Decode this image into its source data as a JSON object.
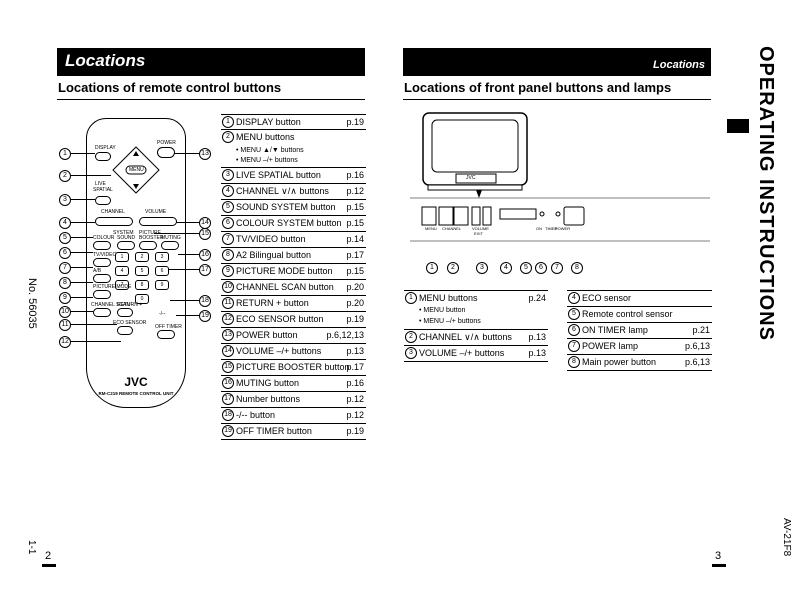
{
  "left_page": {
    "banner": "Locations",
    "subheading": "Locations of remote control buttons",
    "doc_number": "No. 56035",
    "section": "1-1",
    "page_number": "2",
    "remote": {
      "brand": "JVC",
      "model": "RM-C219 REMOTE CONTROL UNIT",
      "labels": {
        "display": "DISPLAY",
        "power": "POWER",
        "menu": "MENU",
        "live": "LIVE",
        "spatial": "SPATIAL",
        "channel": "CHANNEL",
        "volume": "VOLUME",
        "system": "SYSTEM",
        "colour": "COLOUR",
        "sound": "SOUND",
        "picture": "PICTURE",
        "booster": "BOOSTER",
        "tv_video": "TV/VIDEO",
        "a2": "A/B",
        "picture_mode": "PICTURE MODE",
        "channel_scan": "CHANNEL SCAN",
        "return": "RETURN +",
        "eco": "ECO SENSOR",
        "muting": "MUTING",
        "dashes": "-/--",
        "off_timer": "OFF TIMER"
      },
      "numpad": [
        "1",
        "2",
        "3",
        "4",
        "5",
        "6",
        "7",
        "8",
        "9",
        "0"
      ]
    },
    "items": [
      {
        "n": "1",
        "label": "DISPLAY button",
        "page": "p.19"
      },
      {
        "n": "2",
        "label": "MENU buttons",
        "page": "",
        "subs": [
          "• MENU ▲/▼ buttons",
          "• MENU –/+ buttons"
        ]
      },
      {
        "n": "3",
        "label": "LIVE SPATIAL button",
        "page": "p.16"
      },
      {
        "n": "4",
        "label": "CHANNEL ∨/∧ buttons",
        "page": "p.12"
      },
      {
        "n": "5",
        "label": "SOUND SYSTEM button",
        "page": "p.15"
      },
      {
        "n": "6",
        "label": "COLOUR SYSTEM button",
        "page": "p.15"
      },
      {
        "n": "7",
        "label": "TV/VIDEO button",
        "page": "p.14"
      },
      {
        "n": "8",
        "label": "A2 Bilingual button",
        "page": "p.17"
      },
      {
        "n": "9",
        "label": "PICTURE MODE button",
        "page": "p.15"
      },
      {
        "n": "10",
        "label": "CHANNEL SCAN button",
        "page": "p.20"
      },
      {
        "n": "11",
        "label": "RETURN + button",
        "page": "p.20"
      },
      {
        "n": "12",
        "label": "ECO SENSOR button",
        "page": "p.19"
      },
      {
        "n": "13",
        "label": "POWER button",
        "page": "p.6,12,13"
      },
      {
        "n": "14",
        "label": "VOLUME –/+ buttons",
        "page": "p.13"
      },
      {
        "n": "15",
        "label": "PICTURE BOOSTER button",
        "page": "p.17"
      },
      {
        "n": "16",
        "label": "MUTING button",
        "page": "p.16"
      },
      {
        "n": "17",
        "label": "Number buttons",
        "page": "p.12"
      },
      {
        "n": "18",
        "label": "-/-- button",
        "page": "p.12"
      },
      {
        "n": "19",
        "label": "OFF TIMER button",
        "page": "p.19"
      }
    ]
  },
  "right_page": {
    "banner": "Locations",
    "subheading": "Locations of front panel buttons and lamps",
    "side_title": "OPERATING INSTRUCTIONS",
    "model": "AV-21F8",
    "page_number": "3",
    "panel": {
      "menu": "MENU",
      "channel": "CHANNEL",
      "volume": "VOLUME",
      "exit": "EXIT",
      "on": "ON",
      "timer": "TIMER",
      "power": "POWER",
      "tv_brand": "JVC",
      "callouts": [
        "1",
        "2",
        "3",
        "4",
        "5",
        "6",
        "7",
        "8"
      ]
    },
    "items_left": [
      {
        "n": "1",
        "label": "MENU buttons",
        "page": "p.24",
        "subs": [
          "• MENU button",
          "• MENU –/+ buttons"
        ]
      },
      {
        "n": "2",
        "label": "CHANNEL ∨/∧ buttons",
        "page": "p.13"
      },
      {
        "n": "3",
        "label": "VOLUME –/+ buttons",
        "page": "p.13"
      }
    ],
    "items_right": [
      {
        "n": "4",
        "label": "ECO sensor",
        "page": ""
      },
      {
        "n": "5",
        "label": "Remote control sensor",
        "page": ""
      },
      {
        "n": "6",
        "label": "ON TIMER lamp",
        "page": "p.21"
      },
      {
        "n": "7",
        "label": "POWER lamp",
        "page": "p.6,13"
      },
      {
        "n": "8",
        "label": "Main power button",
        "page": "p.6,13"
      }
    ]
  }
}
